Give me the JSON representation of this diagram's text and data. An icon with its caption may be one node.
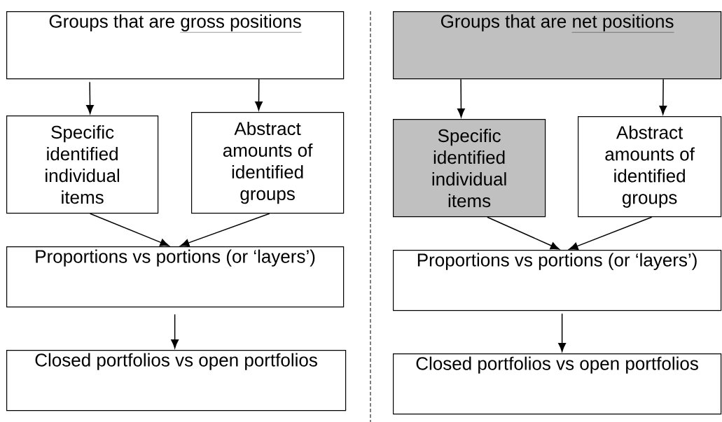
{
  "diagram": {
    "nodes": [
      {
        "text": [
          "Groups that are",
          "gross positions"
        ]
      },
      {
        "text": [
          "Specific identified individual items"
        ]
      },
      {
        "text": [
          "Abstract amounts of identified groups"
        ]
      },
      {
        "text": [
          "Proportions vs portions (or ‘layers’)"
        ]
      },
      {
        "text": [
          "Closed portfolios vs open portfolios"
        ]
      },
      {
        "text": [
          "Groups that are",
          "net positions"
        ]
      },
      {
        "text": [
          "Specific identified individual items"
        ]
      },
      {
        "text": [
          "Abstract amounts of identified groups"
        ]
      },
      {
        "text": [
          "Proportions vs portions (or ‘layers’)"
        ]
      },
      {
        "text": [
          "Closed portfolios vs open portfolios"
        ]
      }
    ],
    "edges": [
      {
        "from": 0,
        "to": 1,
        "arrow": "to"
      },
      {
        "from": 0,
        "to": 2,
        "arrow": "to"
      },
      {
        "from": 1,
        "to": 3,
        "arrow": "to"
      },
      {
        "from": 2,
        "to": 3,
        "arrow": "to"
      },
      {
        "from": 3,
        "to": 4,
        "arrow": "to"
      },
      {
        "from": 5,
        "to": 6,
        "arrow": "to"
      },
      {
        "from": 5,
        "to": 7,
        "arrow": "to"
      },
      {
        "from": 6,
        "to": 8,
        "arrow": "to"
      },
      {
        "from": 7,
        "to": 8,
        "arrow": "to"
      },
      {
        "from": 8,
        "to": 9,
        "arrow": "to"
      }
    ]
  }
}
